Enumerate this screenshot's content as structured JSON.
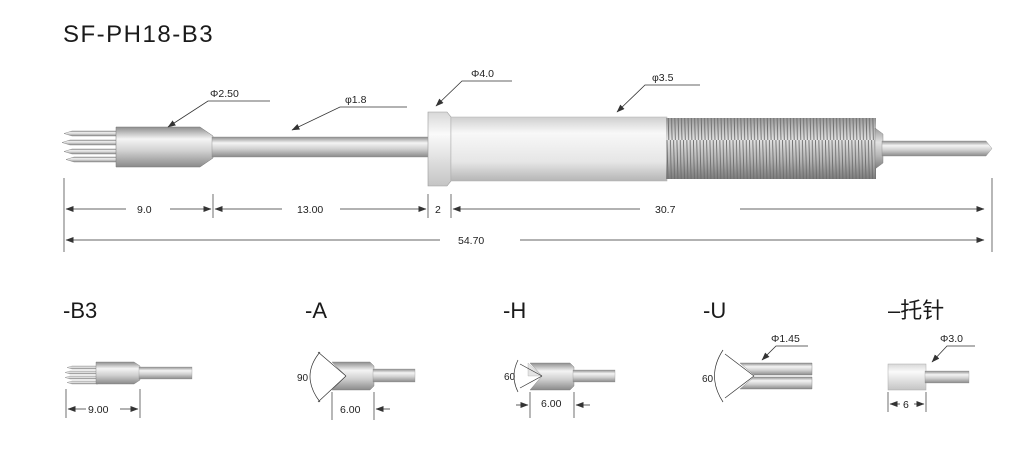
{
  "title": "SF-PH18-B3",
  "main": {
    "diam_tip": "Φ2.50",
    "diam_shaft": "φ1.8",
    "diam_collar": "Φ4.0",
    "diam_barrel": "φ3.5",
    "len_tip": "9.0",
    "len_shaft": "13.00",
    "len_collar": "2",
    "len_barrel": "30.7",
    "len_total": "54.70"
  },
  "variants": [
    {
      "label": "-B3",
      "dim": "9.00"
    },
    {
      "label": "-A",
      "angle": "90",
      "dim": "6.00"
    },
    {
      "label": "-H",
      "angle": "60",
      "dim": "6.00"
    },
    {
      "label": "-U",
      "angle": "60",
      "diam": "Φ1.45"
    },
    {
      "label": "–托针",
      "diam": "Φ3.0",
      "dim": "6"
    }
  ],
  "colors": {
    "metal_light": "#f2f2f2",
    "metal_mid": "#c6c6c6",
    "metal_dark": "#8a8a8a",
    "line": "#333333"
  }
}
